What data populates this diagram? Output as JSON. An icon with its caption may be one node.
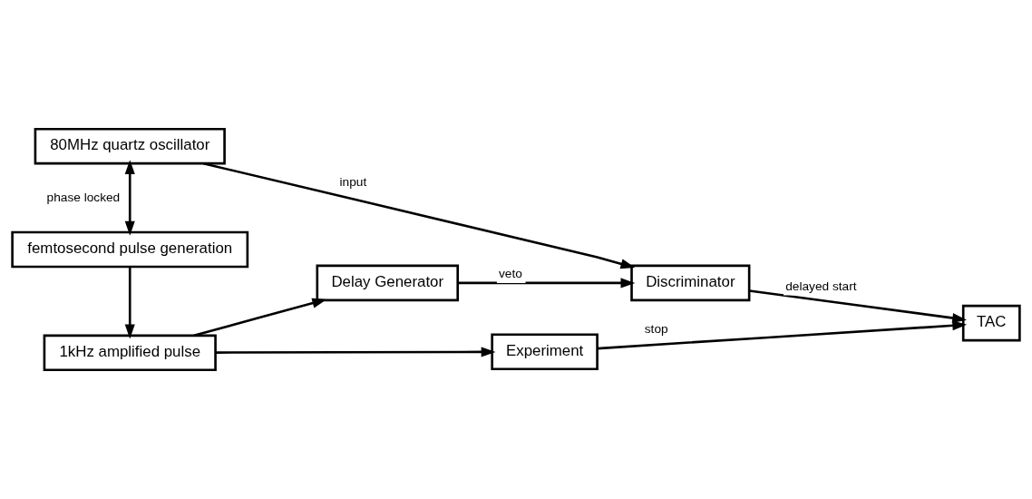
{
  "diagram": {
    "nodes": [
      {
        "text": [
          "80MHz quartz oscillator"
        ]
      },
      {
        "text": [
          "femtosecond pulse generation"
        ]
      },
      {
        "text": [
          "1kHz amplified pulse"
        ]
      },
      {
        "text": [
          "Delay Generator"
        ]
      },
      {
        "text": [
          "Experiment"
        ]
      },
      {
        "text": [
          "Discriminator"
        ]
      },
      {
        "text": [
          "TAC"
        ]
      }
    ],
    "edges": [
      {
        "from": 0,
        "to": 5,
        "arrow": "to",
        "label": "input"
      },
      {
        "from": 0,
        "to": 1,
        "arrow": "both",
        "label": "phase locked"
      },
      {
        "from": 1,
        "to": 2,
        "arrow": "to"
      },
      {
        "from": 2,
        "to": 3,
        "arrow": "to"
      },
      {
        "from": 2,
        "to": 4,
        "arrow": "to"
      },
      {
        "from": 3,
        "to": 5,
        "arrow": "to",
        "label": "veto"
      },
      {
        "from": 5,
        "to": 6,
        "arrow": "to",
        "label": "delayed start"
      },
      {
        "from": 4,
        "to": 6,
        "arrow": "to",
        "label": "stop"
      }
    ]
  }
}
